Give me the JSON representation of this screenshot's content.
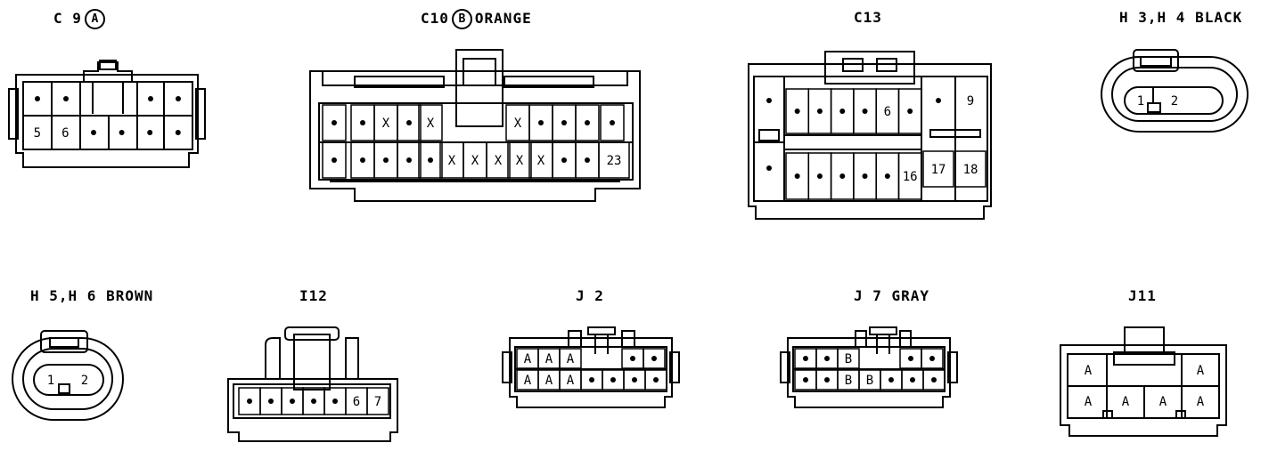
{
  "labels": {
    "c9": {
      "prefix": "C 9",
      "circle": "A",
      "suffix": ""
    },
    "c10": {
      "prefix": "C10",
      "circle": "B",
      "suffix": "ORANGE"
    },
    "c13": "C13",
    "h3h4": "H 3,H 4 BLACK",
    "h5h6": "H 5,H 6 BROWN",
    "i12": "I12",
    "j2": "J 2",
    "j7": "J 7 GRAY",
    "j11": "J11"
  },
  "connectors": {
    "c9": {
      "top": [
        "•",
        "•",
        "•",
        "•"
      ],
      "bottom": [
        "5",
        "6",
        "•",
        "•",
        "•",
        "•"
      ]
    },
    "c10": {
      "top": [
        "•",
        "•",
        "X",
        "•",
        "X",
        "X",
        "•",
        "•",
        "•",
        "•"
      ],
      "bottom": [
        "•",
        "•",
        "•",
        "•",
        "•",
        "X",
        "X",
        "X",
        "X",
        "X",
        "•",
        "•",
        "23"
      ]
    },
    "c13": {
      "left": [
        "•",
        "•"
      ],
      "top": [
        "•",
        "•",
        "•",
        "•",
        "6",
        "•"
      ],
      "bottom": [
        "•",
        "•",
        "•",
        "•",
        "•",
        "16"
      ],
      "right_top": [
        "•",
        "9"
      ],
      "right_bottom": [
        "17",
        "18"
      ]
    },
    "h3h4": [
      "1",
      "2"
    ],
    "h5h6": [
      "1",
      "2"
    ],
    "i12": [
      "•",
      "•",
      "•",
      "•",
      "•",
      "6",
      "7"
    ],
    "j2": {
      "top": [
        "A",
        "A",
        "A",
        "•",
        "•"
      ],
      "bottom": [
        "A",
        "A",
        "A",
        "•",
        "•",
        "•",
        "•"
      ]
    },
    "j7": {
      "top": [
        "•",
        "•",
        "B",
        "•",
        "•"
      ],
      "bottom": [
        "•",
        "•",
        "B",
        "B",
        "•",
        "•",
        "•"
      ]
    },
    "j11": {
      "top": [
        "A",
        "A"
      ],
      "bottom": [
        "A",
        "A",
        "A",
        "A"
      ]
    }
  }
}
